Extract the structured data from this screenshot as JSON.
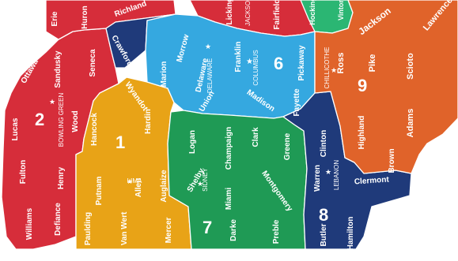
{
  "map": {
    "regions": [
      {
        "id": "1",
        "label": "1",
        "color": "#e8a317"
      },
      {
        "id": "2",
        "label": "2",
        "color": "#d62d3a"
      },
      {
        "id": "3",
        "label": "",
        "color": "#d62d3a"
      },
      {
        "id": "5",
        "label": "",
        "color": "#1f3a7a"
      },
      {
        "id": "6",
        "label": "6",
        "color": "#35a8e0"
      },
      {
        "id": "7",
        "label": "7",
        "color": "#1f9a55"
      },
      {
        "id": "8",
        "label": "8",
        "color": "#1f3a7a"
      },
      {
        "id": "9",
        "label": "9",
        "color": "#e0632a"
      },
      {
        "id": "10",
        "label": "",
        "color": "#2bb673"
      }
    ],
    "counties": [
      {
        "name": "Erie"
      },
      {
        "name": "Huron"
      },
      {
        "name": "Richland"
      },
      {
        "name": "Licking"
      },
      {
        "name": "Fairfield"
      },
      {
        "name": "Hocking"
      },
      {
        "name": "Vinton"
      },
      {
        "name": "Jackson"
      },
      {
        "name": "Lawrence"
      },
      {
        "name": "Ottawa"
      },
      {
        "name": "Sandusky"
      },
      {
        "name": "Seneca"
      },
      {
        "name": "Crawford"
      },
      {
        "name": "Lucas"
      },
      {
        "name": "Wood"
      },
      {
        "name": "Wyandot"
      },
      {
        "name": "Marion"
      },
      {
        "name": "Morrow"
      },
      {
        "name": "Delaware"
      },
      {
        "name": "Franklin"
      },
      {
        "name": "Pickaway"
      },
      {
        "name": "Ross"
      },
      {
        "name": "Pike"
      },
      {
        "name": "Scioto"
      },
      {
        "name": "Hancock"
      },
      {
        "name": "Hardin"
      },
      {
        "name": "Union"
      },
      {
        "name": "Madison"
      },
      {
        "name": "Fayette"
      },
      {
        "name": "Highland"
      },
      {
        "name": "Adams"
      },
      {
        "name": "Brown"
      },
      {
        "name": "Fulton"
      },
      {
        "name": "Henry"
      },
      {
        "name": "Putnam"
      },
      {
        "name": "Allen"
      },
      {
        "name": "Logan"
      },
      {
        "name": "Champaign"
      },
      {
        "name": "Clark"
      },
      {
        "name": "Greene"
      },
      {
        "name": "Clinton"
      },
      {
        "name": "Williams"
      },
      {
        "name": "Defiance"
      },
      {
        "name": "Paulding"
      },
      {
        "name": "Van Wert"
      },
      {
        "name": "Auglaize"
      },
      {
        "name": "Mercer"
      },
      {
        "name": "Shelby"
      },
      {
        "name": "Miami"
      },
      {
        "name": "Darke"
      },
      {
        "name": "Preble"
      },
      {
        "name": "Montgomery"
      },
      {
        "name": "Warren"
      },
      {
        "name": "Clermont"
      },
      {
        "name": "Butler"
      },
      {
        "name": "Hamilton"
      }
    ],
    "cities": [
      {
        "name": "BOWLING GREEN"
      },
      {
        "name": "LIMA"
      },
      {
        "name": "DELAWARE"
      },
      {
        "name": "COLUMBUS"
      },
      {
        "name": "CHILLICOTHE"
      },
      {
        "name": "SIDNEY"
      },
      {
        "name": "LEBANON"
      },
      {
        "name": "JACKSON"
      }
    ]
  }
}
